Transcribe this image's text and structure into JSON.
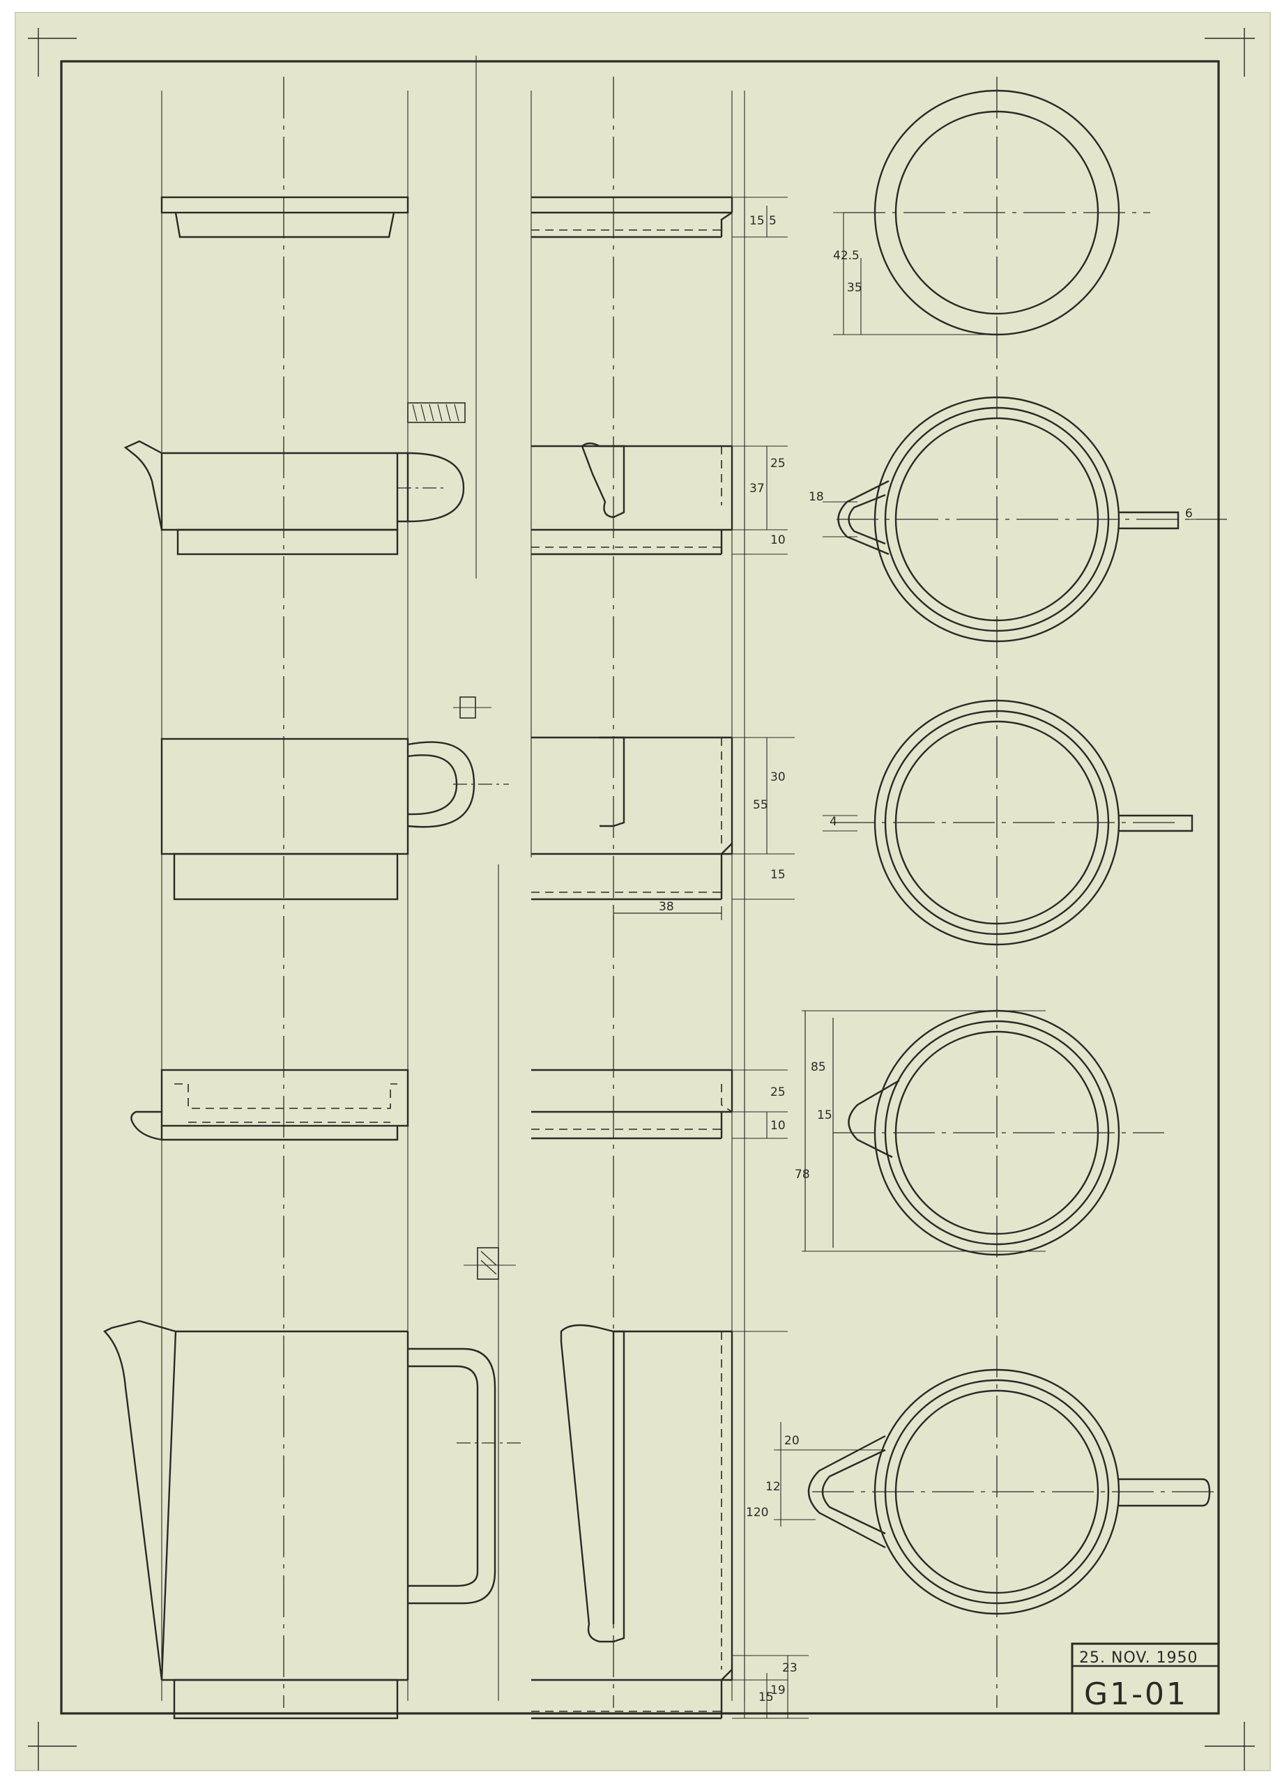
{
  "drawing": {
    "date": "25. NOV. 1950",
    "code": "G1-01"
  },
  "dimensions": {
    "lid": {
      "d1": "15",
      "d2": "5",
      "top_a": "42.5",
      "top_b": "35"
    },
    "creamer": {
      "h_upper": "25",
      "h_total": "37",
      "h_base": "10",
      "spout": "18",
      "handle": "6"
    },
    "cup": {
      "h_upper": "30",
      "h_total": "55",
      "h_base": "15",
      "foot": "38",
      "handle": "4"
    },
    "bowl": {
      "h_upper": "25",
      "h_base": "10",
      "outer": "85",
      "inner": "78",
      "spout": "15"
    },
    "jug": {
      "height": "120",
      "a": "23",
      "b": "19",
      "c": "15",
      "spout_a": "20",
      "spout_b": "12"
    }
  },
  "colors": {
    "paper": "#e3e5cd",
    "ink": "#2a2a24",
    "border": "#cfd2b8"
  }
}
